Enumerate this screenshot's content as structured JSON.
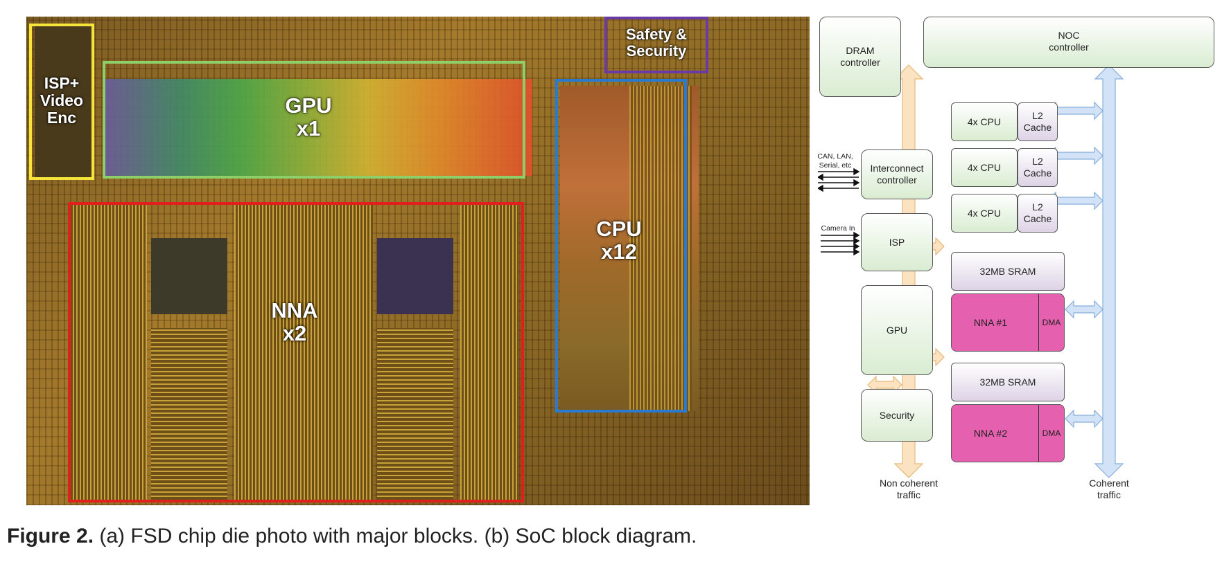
{
  "die_photo": {
    "blocks": [
      {
        "id": "isp",
        "label_lines": [
          "ISP+",
          "Video",
          "Enc"
        ],
        "color": "#f5e43a"
      },
      {
        "id": "gpu",
        "label_lines": [
          "GPU",
          "x1"
        ],
        "color": "#8fcf6a"
      },
      {
        "id": "safety",
        "label_lines": [
          "Safety &",
          "Security"
        ],
        "color": "#6a3aa6"
      },
      {
        "id": "cpu",
        "label_lines": [
          "CPU",
          "x12"
        ],
        "color": "#2a7bd0"
      },
      {
        "id": "nna",
        "label_lines": [
          "NNA",
          "x2"
        ],
        "color": "#e0201c"
      }
    ]
  },
  "block_diagram": {
    "dram": [
      "DRAM",
      "controller"
    ],
    "noc": [
      "NOC",
      "controller"
    ],
    "interconnect": [
      "Interconnect",
      "controller"
    ],
    "interconnect_inputs": [
      "CAN, LAN,",
      "Serial, etc"
    ],
    "isp": "ISP",
    "camera_input": "Camera In",
    "gpu": "GPU",
    "security": "Security",
    "cpu_clusters": [
      {
        "cpu": "4x CPU",
        "cache": [
          "L2",
          "Cache"
        ]
      },
      {
        "cpu": "4x CPU",
        "cache": [
          "L2",
          "Cache"
        ]
      },
      {
        "cpu": "4x CPU",
        "cache": [
          "L2",
          "Cache"
        ]
      }
    ],
    "sram_1": "32MB SRAM",
    "nna_1": "NNA #1",
    "dma_1": "DMA",
    "sram_2": "32MB SRAM",
    "nna_2": "NNA #2",
    "dma_2": "DMA",
    "non_coherent": [
      "Non coherent",
      "traffic"
    ],
    "coherent": [
      "Coherent",
      "traffic"
    ],
    "colors": {
      "green_box": "#d9ecd1",
      "purple_box": "#ddd3e6",
      "pink_box": "#e660b0",
      "orange_arrow": "#fbe2c0",
      "blue_arrow": "#d3e3f7"
    }
  },
  "caption": {
    "figure": "Figure 2.",
    "text": " (a) FSD chip die photo with major blocks. (b) SoC block diagram."
  }
}
